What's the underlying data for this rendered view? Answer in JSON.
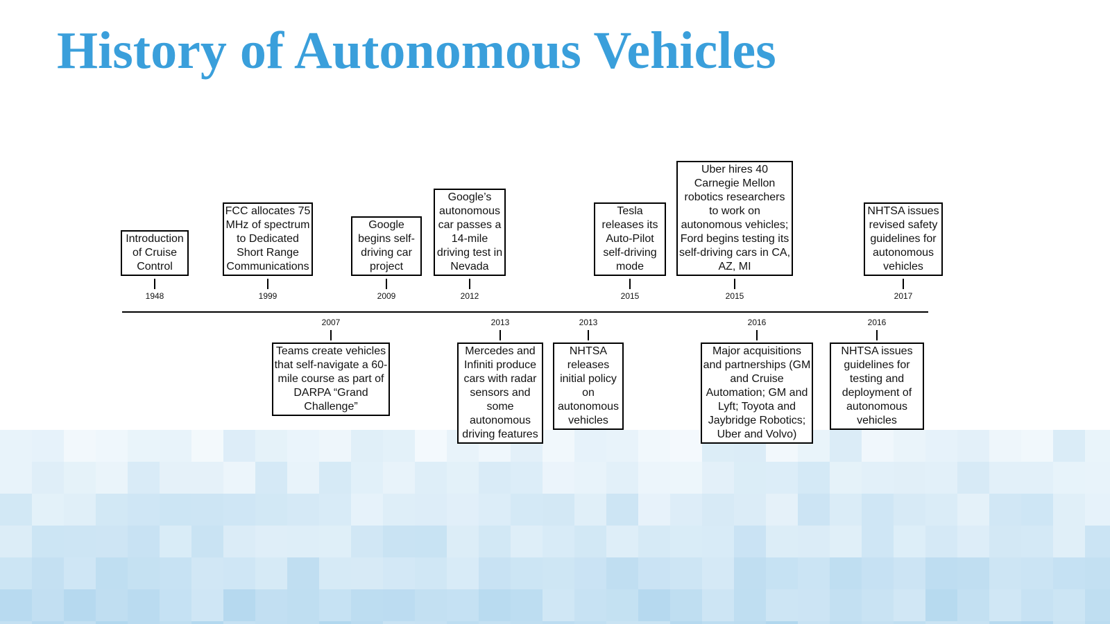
{
  "title": "History of Autonomous Vehicles",
  "timeline": {
    "above": [
      {
        "year": "1948",
        "text": "Introduction of Cruise Control"
      },
      {
        "year": "1999",
        "text": "FCC allocates 75 MHz of spectrum to Dedicated Short Range Communications"
      },
      {
        "year": "2009",
        "text": "Google begins self-driving car project"
      },
      {
        "year": "2012",
        "text": "Google’s autonomous car passes a 14-mile driving test in Nevada"
      },
      {
        "year": "2015",
        "text": "Tesla releases its Auto-Pilot self-driving mode"
      },
      {
        "year": "2015",
        "text": "Uber hires 40 Carnegie Mellon robotics researchers to work on autonomous vehicles; Ford begins testing its self-driving cars in CA, AZ, MI"
      },
      {
        "year": "2017",
        "text": "NHTSA issues revised safety guidelines for autonomous vehicles"
      }
    ],
    "below": [
      {
        "year": "2007",
        "text": "Teams create vehicles that self-navigate a 60-mile course as part of DARPA “Grand Challenge”"
      },
      {
        "year": "2013",
        "text": "Mercedes and Infiniti produce cars with radar sensors and some autonomous driving features"
      },
      {
        "year": "2013",
        "text": "NHTSA releases initial policy on autonomous vehicles"
      },
      {
        "year": "2016",
        "text": "Major acquisitions and partnerships (GM and Cruise Automation; GM and Lyft; Toyota and Jaybridge Robotics; Uber and Volvo)"
      },
      {
        "year": "2016",
        "text": "NHTSA issues guidelines for testing and deployment of autonomous vehicles"
      }
    ]
  }
}
